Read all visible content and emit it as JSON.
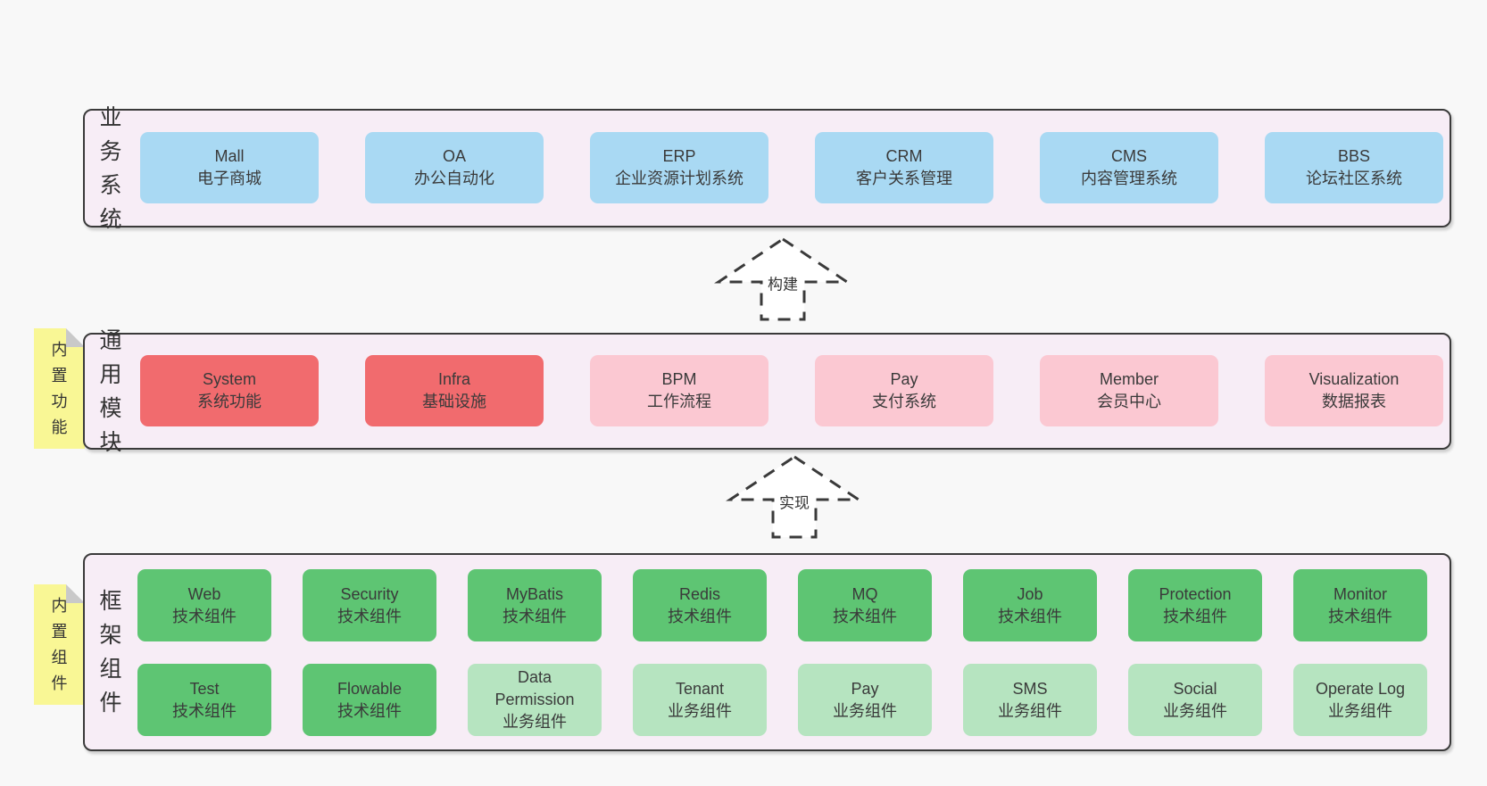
{
  "colors": {
    "page_bg": "#f8f8f8",
    "panel_bg": "#f7edf6",
    "border": "#3a3a3a",
    "blue": "#a9d9f3",
    "red": "#f16b6e",
    "pink": "#fbc8d2",
    "green": "#5ec573",
    "lightgreen": "#b6e4c0",
    "sticky": "#f9f795"
  },
  "panels": {
    "business": {
      "label_vertical": "业务系统",
      "boxes": [
        {
          "name": "Mall",
          "desc": "电子商城",
          "variant": "blue"
        },
        {
          "name": "OA",
          "desc": "办公自动化",
          "variant": "blue"
        },
        {
          "name": "ERP",
          "desc": "企业资源计划系统",
          "variant": "blue"
        },
        {
          "name": "CRM",
          "desc": "客户关系管理",
          "variant": "blue"
        },
        {
          "name": "CMS",
          "desc": "内容管理系统",
          "variant": "blue"
        },
        {
          "name": "BBS",
          "desc": "论坛社区系统",
          "variant": "blue"
        }
      ]
    },
    "modules": {
      "label_vertical": "通用模块",
      "sticky_label": "内置功能",
      "boxes": [
        {
          "name": "System",
          "desc": "系统功能",
          "variant": "red"
        },
        {
          "name": "Infra",
          "desc": "基础设施",
          "variant": "red"
        },
        {
          "name": "BPM",
          "desc": "工作流程",
          "variant": "pink"
        },
        {
          "name": "Pay",
          "desc": "支付系统",
          "variant": "pink"
        },
        {
          "name": "Member",
          "desc": "会员中心",
          "variant": "pink"
        },
        {
          "name": "Visualization",
          "desc": "数据报表",
          "variant": "pink"
        }
      ]
    },
    "components": {
      "label_vertical": "框架组件",
      "sticky_label": "内置组件",
      "row1": [
        {
          "name": "Web",
          "desc": "技术组件",
          "variant": "green"
        },
        {
          "name": "Security",
          "desc": "技术组件",
          "variant": "green"
        },
        {
          "name": "MyBatis",
          "desc": "技术组件",
          "variant": "green"
        },
        {
          "name": "Redis",
          "desc": "技术组件",
          "variant": "green"
        },
        {
          "name": "MQ",
          "desc": "技术组件",
          "variant": "green"
        },
        {
          "name": "Job",
          "desc": "技术组件",
          "variant": "green"
        },
        {
          "name": "Protection",
          "desc": "技术组件",
          "variant": "green"
        },
        {
          "name": "Monitor",
          "desc": "技术组件",
          "variant": "green"
        }
      ],
      "row2": [
        {
          "name": "Test",
          "desc": "技术组件",
          "variant": "green"
        },
        {
          "name": "Flowable",
          "desc": "技术组件",
          "variant": "green"
        },
        {
          "name": "Data\nPermission",
          "desc": "业务组件",
          "variant": "lightgreen"
        },
        {
          "name": "Tenant",
          "desc": "业务组件",
          "variant": "lightgreen"
        },
        {
          "name": "Pay",
          "desc": "业务组件",
          "variant": "lightgreen"
        },
        {
          "name": "SMS",
          "desc": "业务组件",
          "variant": "lightgreen"
        },
        {
          "name": "Social",
          "desc": "业务组件",
          "variant": "lightgreen"
        },
        {
          "name": "Operate Log",
          "desc": "业务组件",
          "variant": "lightgreen"
        }
      ]
    }
  },
  "arrows": {
    "build": {
      "label": "构建"
    },
    "implement": {
      "label": "实现"
    }
  }
}
